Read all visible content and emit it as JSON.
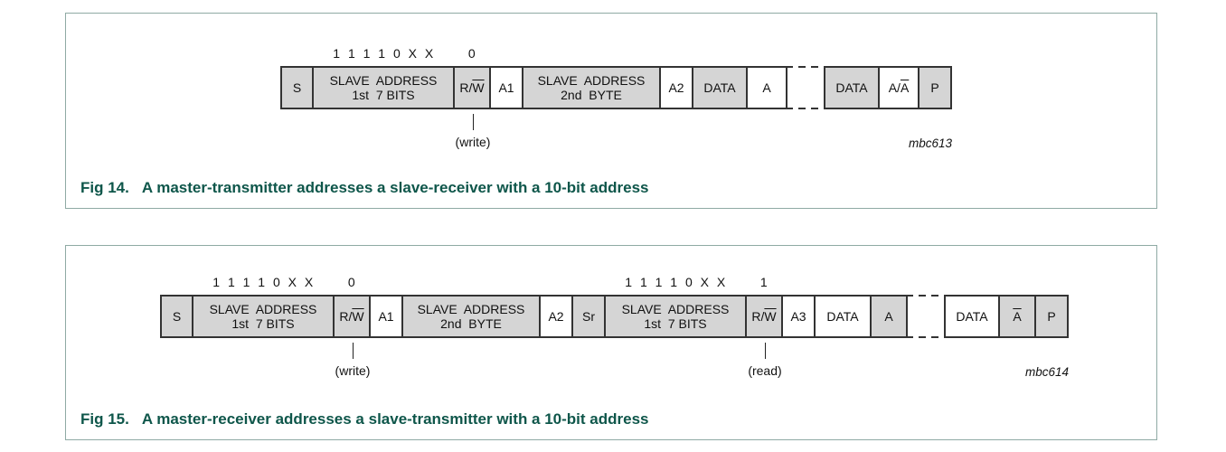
{
  "colors": {
    "frame_border": "#8faaa4",
    "caption_text": "#0e564a",
    "cell_shaded_fill": "#d5d5d5",
    "cell_border": "#333333"
  },
  "figures": [
    {
      "name": "fig14",
      "caption": {
        "label": "Fig 14.",
        "text": "A master-transmitter addresses a slave-receiver with a 10-bit address"
      },
      "code": "mbc613",
      "bits": [
        {
          "text": "1 1 1 1 0 X X",
          "cell": 1
        },
        {
          "text": "0",
          "cell": 2
        }
      ],
      "notes": [
        {
          "text": "(write)",
          "cell": 2
        }
      ],
      "cells": [
        {
          "label": "S",
          "shaded": true,
          "w": 37
        },
        {
          "label": "SLAVE  ADDRESS\n1st  7 BITS",
          "shaded": true,
          "w": 156
        },
        {
          "label": "R/{W}",
          "shaded": true,
          "w": 40
        },
        {
          "label": "A1",
          "shaded": false,
          "w": 36
        },
        {
          "label": "SLAVE  ADDRESS\n2nd  BYTE",
          "shaded": true,
          "w": 152
        },
        {
          "label": "A2",
          "shaded": false,
          "w": 36
        },
        {
          "label": "DATA",
          "shaded": true,
          "w": 60
        },
        {
          "label": "A",
          "shaded": false,
          "w": 44
        },
        {
          "gap": true,
          "w": 40
        },
        {
          "label": "DATA",
          "shaded": true,
          "w": 62
        },
        {
          "label": "A/{A}",
          "shaded": false,
          "w": 44
        },
        {
          "label": "P",
          "shaded": true,
          "w": 36
        }
      ]
    },
    {
      "name": "fig15",
      "caption": {
        "label": "Fig 15.",
        "text": "A master-receiver addresses a slave-transmitter with a 10-bit address"
      },
      "code": "mbc614",
      "bits": [
        {
          "text": "1 1 1 1 0 X X",
          "cell": 1
        },
        {
          "text": "0",
          "cell": 2
        },
        {
          "text": "1 1 1 1 0 X X",
          "cell": 7
        },
        {
          "text": "1",
          "cell": 8
        }
      ],
      "notes": [
        {
          "text": "(write)",
          "cell": 2
        },
        {
          "text": "(read)",
          "cell": 8
        }
      ],
      "cells": [
        {
          "label": "S",
          "shaded": true,
          "w": 37
        },
        {
          "label": "SLAVE  ADDRESS\n1st  7 BITS",
          "shaded": true,
          "w": 156
        },
        {
          "label": "R/{W}",
          "shaded": true,
          "w": 40
        },
        {
          "label": "A1",
          "shaded": false,
          "w": 36
        },
        {
          "label": "SLAVE  ADDRESS\n2nd  BYTE",
          "shaded": true,
          "w": 152
        },
        {
          "label": "A2",
          "shaded": false,
          "w": 36
        },
        {
          "label": "Sr",
          "shaded": true,
          "w": 36
        },
        {
          "label": "SLAVE  ADDRESS\n1st  7 BITS",
          "shaded": true,
          "w": 156
        },
        {
          "label": "R/{W}",
          "shaded": true,
          "w": 40
        },
        {
          "label": "A3",
          "shaded": false,
          "w": 36
        },
        {
          "label": "DATA",
          "shaded": false,
          "w": 62
        },
        {
          "label": "A",
          "shaded": true,
          "w": 40
        },
        {
          "gap": true,
          "w": 40
        },
        {
          "label": "DATA",
          "shaded": false,
          "w": 62
        },
        {
          "label": "{A}",
          "shaded": true,
          "w": 40
        },
        {
          "label": "P",
          "shaded": true,
          "w": 36
        }
      ]
    }
  ]
}
